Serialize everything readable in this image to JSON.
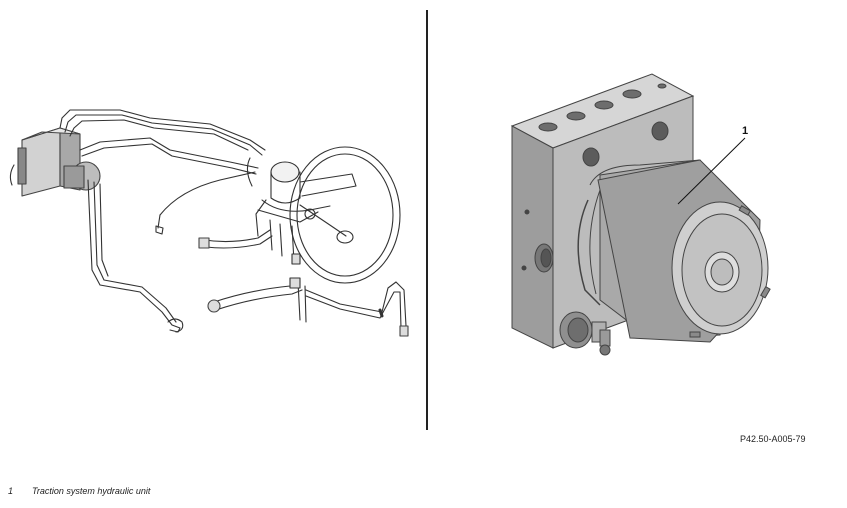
{
  "figure": {
    "callout": "1",
    "reference_code": "P42.50-A005-79"
  },
  "legend": [
    {
      "number": "1",
      "label": "Traction system hydraulic unit"
    }
  ]
}
